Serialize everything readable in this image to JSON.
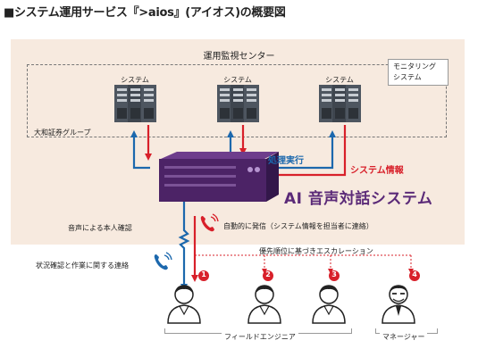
{
  "title": "■システム運用サービス『>aios』(アイオス)の概要図",
  "center_label": "運用監視センター",
  "monitoring_system": "モニタリング\nシステム",
  "servers": [
    {
      "label": "システム"
    },
    {
      "label": "システム"
    },
    {
      "label": "システム"
    }
  ],
  "group_label": "大和証券グループ",
  "processing_label": "処理実行",
  "system_info_label": "システム情報",
  "ai_system_label": "AI 音声対話システム",
  "voice_auth_label": "音声による本人確認",
  "auto_call_label": "自動的に発信（システム情報を担当者に連絡）",
  "status_label": "状況確認と作業に関する連絡",
  "escalation_label": "優先順位に基づきエスカレーション",
  "persons": [
    {
      "number": "1"
    },
    {
      "number": "2"
    },
    {
      "number": "3"
    },
    {
      "number": "4"
    }
  ],
  "field_engineer_label": "フィールドエンジニア",
  "manager_label": "マネージャー",
  "colors": {
    "red": "#d8202a",
    "blue": "#1c68ad",
    "purple": "#5b2a78",
    "panel": "#f7eadf"
  }
}
